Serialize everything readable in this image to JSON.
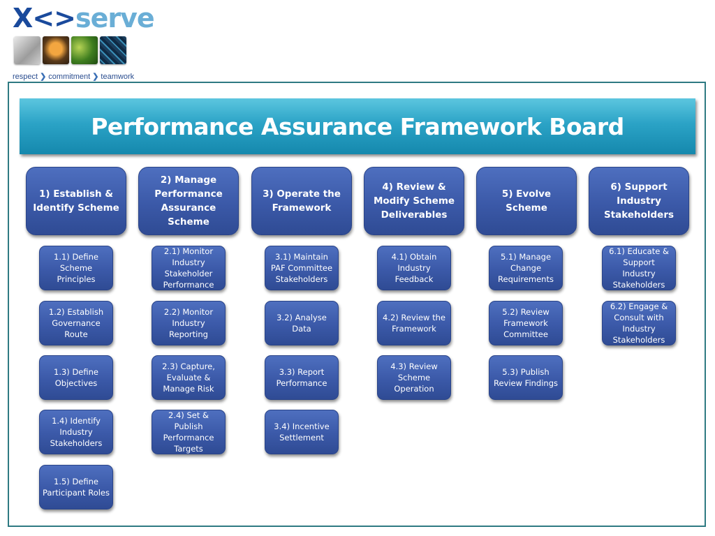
{
  "logo": {
    "word_part1": "X",
    "word_part2": "serve",
    "tagline": [
      "respect",
      "commitment",
      "teamwork"
    ],
    "separator": "❯"
  },
  "title": "Performance Assurance Framework Board",
  "columns": [
    {
      "heading": "1) Establish & Identify Scheme",
      "items": [
        "1.1) Define Scheme Principles",
        "1.2) Establish Governance Route",
        "1.3) Define Objectives",
        "1.4) Identify Industry Stakeholders",
        "1.5) Define Participant Roles"
      ]
    },
    {
      "heading": "2) Manage Performance Assurance Scheme",
      "items": [
        "2.1) Monitor Industry Stakeholder Performance",
        "2.2) Monitor Industry Reporting",
        "2.3) Capture, Evaluate & Manage Risk",
        "2.4) Set & Publish Performance Targets"
      ]
    },
    {
      "heading": "3) Operate the Framework",
      "items": [
        "3.1) Maintain PAF Committee Stakeholders",
        "3.2) Analyse Data",
        "3.3) Report Performance",
        "3.4) Incentive Settlement"
      ]
    },
    {
      "heading": "4) Review & Modify Scheme Deliverables",
      "items": [
        "4.1) Obtain Industry Feedback",
        "4.2) Review the Framework",
        "4.3) Review Scheme Operation"
      ]
    },
    {
      "heading": "5) Evolve Scheme",
      "items": [
        "5.1) Manage Change Requirements",
        "5.2) Review Framework Committee",
        "5.3) Publish Review Findings"
      ]
    },
    {
      "heading": "6) Support Industry Stakeholders",
      "items": [
        "6.1) Educate & Support Industry Stakeholders",
        "6.2) Engage & Consult with Industry Stakeholders"
      ]
    }
  ]
}
